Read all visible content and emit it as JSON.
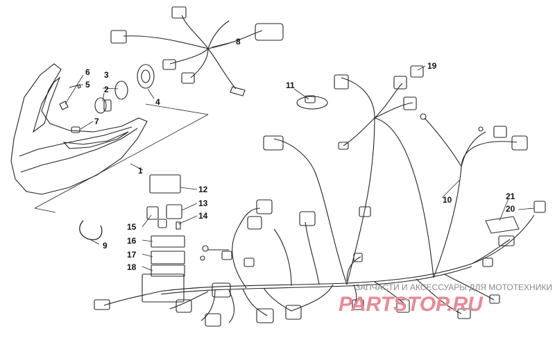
{
  "callouts": [
    {
      "id": "1",
      "label": "1"
    },
    {
      "id": "2",
      "label": "2"
    },
    {
      "id": "3",
      "label": "3"
    },
    {
      "id": "4",
      "label": "4"
    },
    {
      "id": "5",
      "label": "5"
    },
    {
      "id": "6",
      "label": "6"
    },
    {
      "id": "7",
      "label": "7"
    },
    {
      "id": "8",
      "label": "8"
    },
    {
      "id": "9",
      "label": "9"
    },
    {
      "id": "10",
      "label": "10"
    },
    {
      "id": "11",
      "label": "11"
    },
    {
      "id": "12",
      "label": "12"
    },
    {
      "id": "13",
      "label": "13"
    },
    {
      "id": "14",
      "label": "14"
    },
    {
      "id": "15",
      "label": "15"
    },
    {
      "id": "16",
      "label": "16"
    },
    {
      "id": "17",
      "label": "17"
    },
    {
      "id": "18",
      "label": "18"
    },
    {
      "id": "19",
      "label": "19"
    },
    {
      "id": "20",
      "label": "20"
    },
    {
      "id": "21",
      "label": "21"
    }
  ],
  "watermark": {
    "tagline": "ЗАПЧАСТИ И АКСЕССУАРЫ ДЛЯ МОТОТЕХНИКИ",
    "brand": "PARTSTOP.RU"
  },
  "colors": {
    "line": "#222222",
    "watermark_text": "#8a8a8a",
    "watermark_brand": "#e88a95"
  }
}
